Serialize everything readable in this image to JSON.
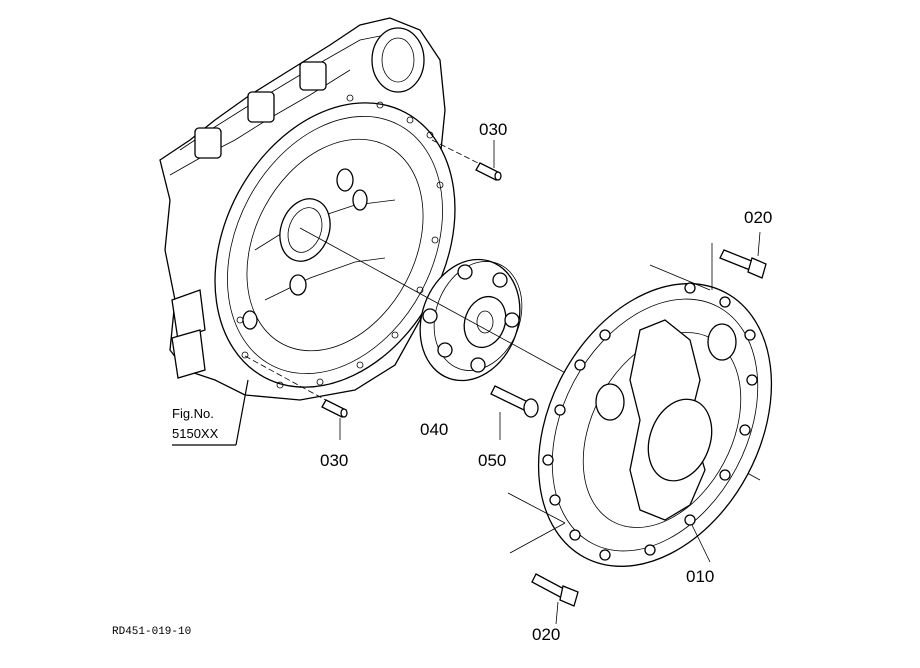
{
  "callouts": {
    "pin_upper": "030",
    "pin_lower": "030",
    "bolt_upper": "020",
    "bolt_lower": "020",
    "coupling": "040",
    "screw": "050",
    "plate": "010"
  },
  "fig_ref": {
    "line1": "Fig.No.",
    "line2": "5150XX"
  },
  "drawing_code": "RD451-019-10"
}
